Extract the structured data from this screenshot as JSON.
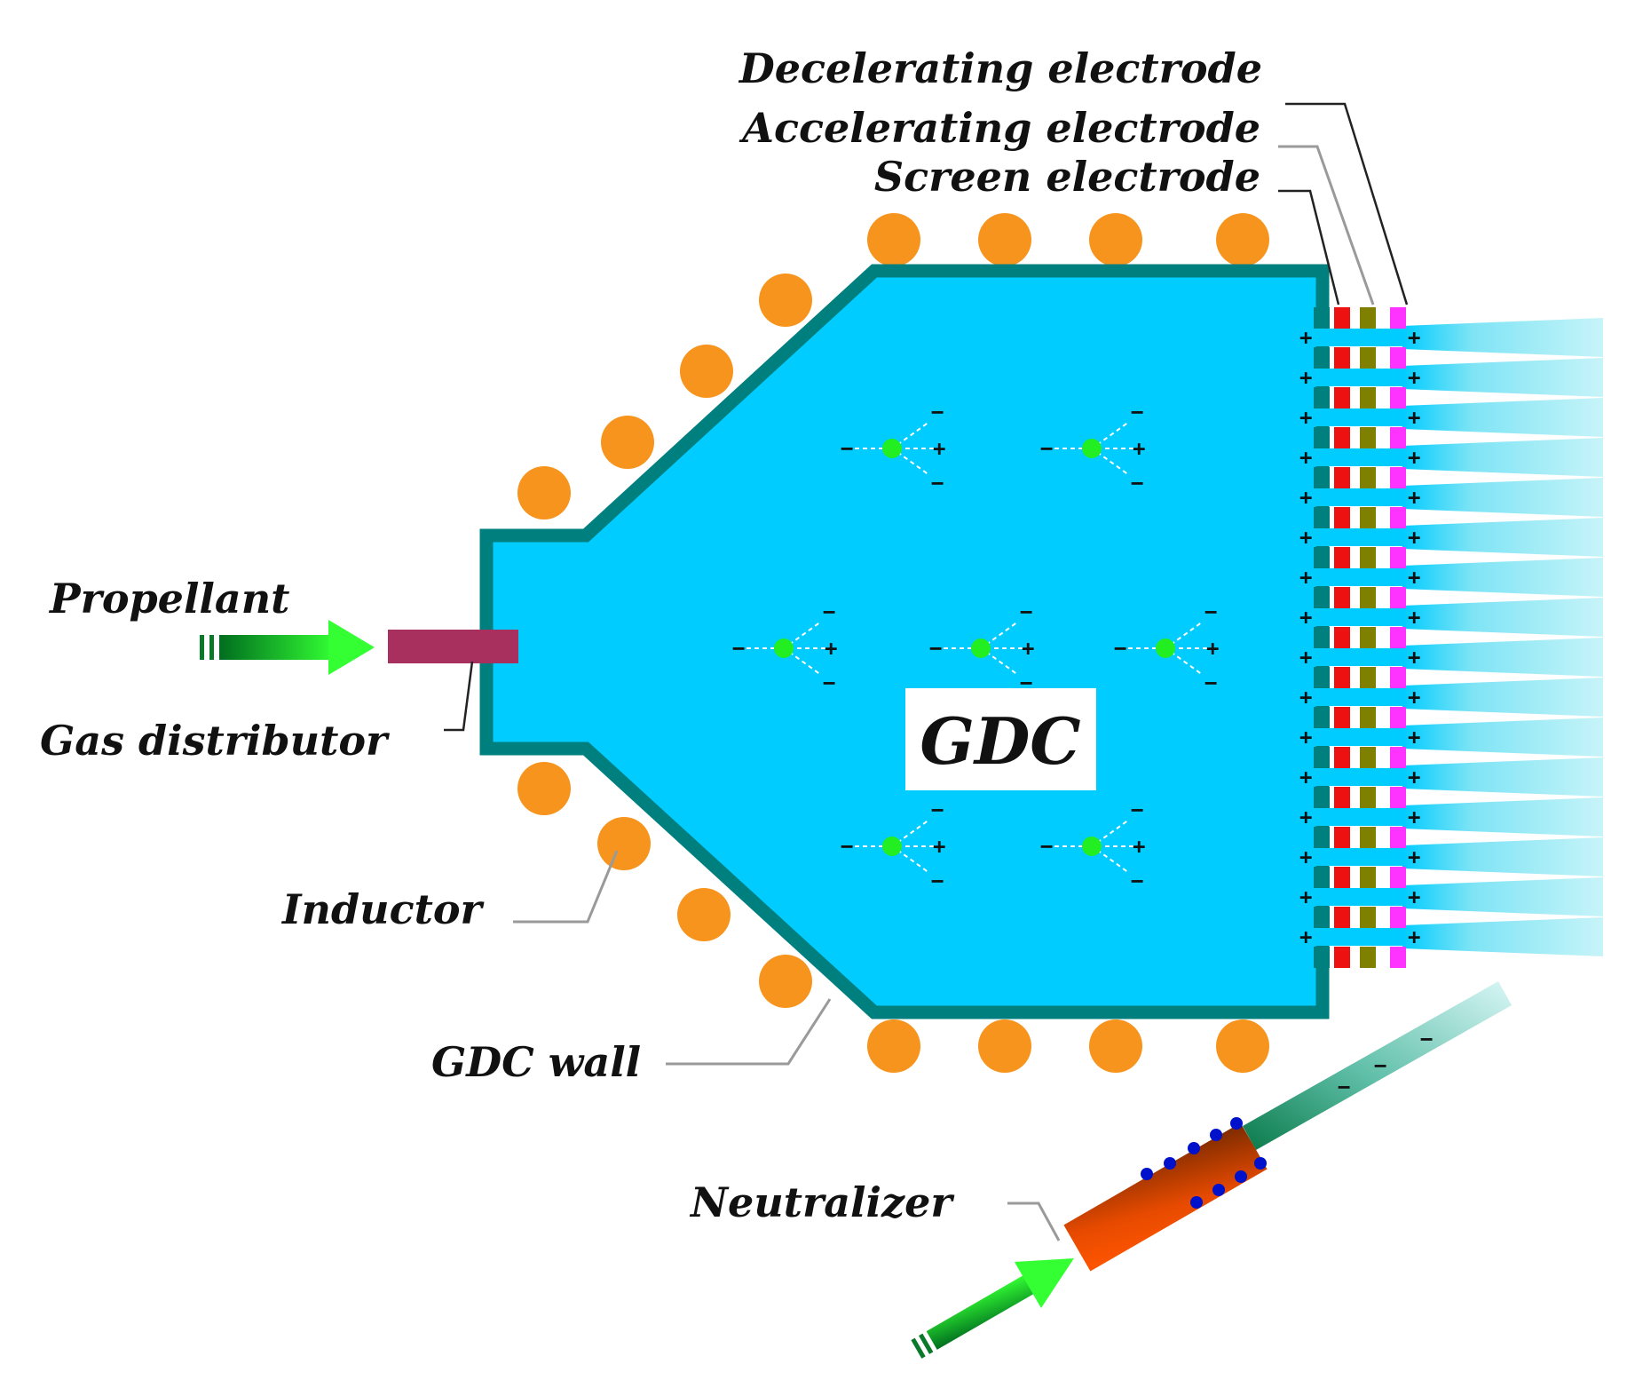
{
  "labels": {
    "decelerating_electrode": "Decelerating electrode",
    "accelerating_electrode": "Accelerating electrode",
    "screen_electrode": "Screen electrode",
    "propellant": "Propellant",
    "gas_distributor": "Gas distributor",
    "gdc": "GDC",
    "inductor": "Inductor",
    "gdc_wall": "GDC wall",
    "neutralizer": "Neutralizer"
  },
  "colors": {
    "chamber_fill": "#00ccff",
    "chamber_wall": "#007f7f",
    "inductor_coil": "#f7941d",
    "gas_distributor": "#a8305e",
    "screen_electrode": "#ee1111",
    "accelerating_electrode": "#808000",
    "decelerating_electrode": "#ff33ff",
    "arrow_green": "#00e000",
    "neutralizer_start": "#ff5500",
    "neutralizer_end": "#7a2a00",
    "neutralizer_dots": "#0011cc",
    "beam_light": "#c7f4f8"
  },
  "icons": {
    "propellant_arrow": "green-arrow-right-icon",
    "neutralizer_arrow": "green-arrow-diagonal-icon",
    "ion": "green-ion-dot-icon"
  }
}
